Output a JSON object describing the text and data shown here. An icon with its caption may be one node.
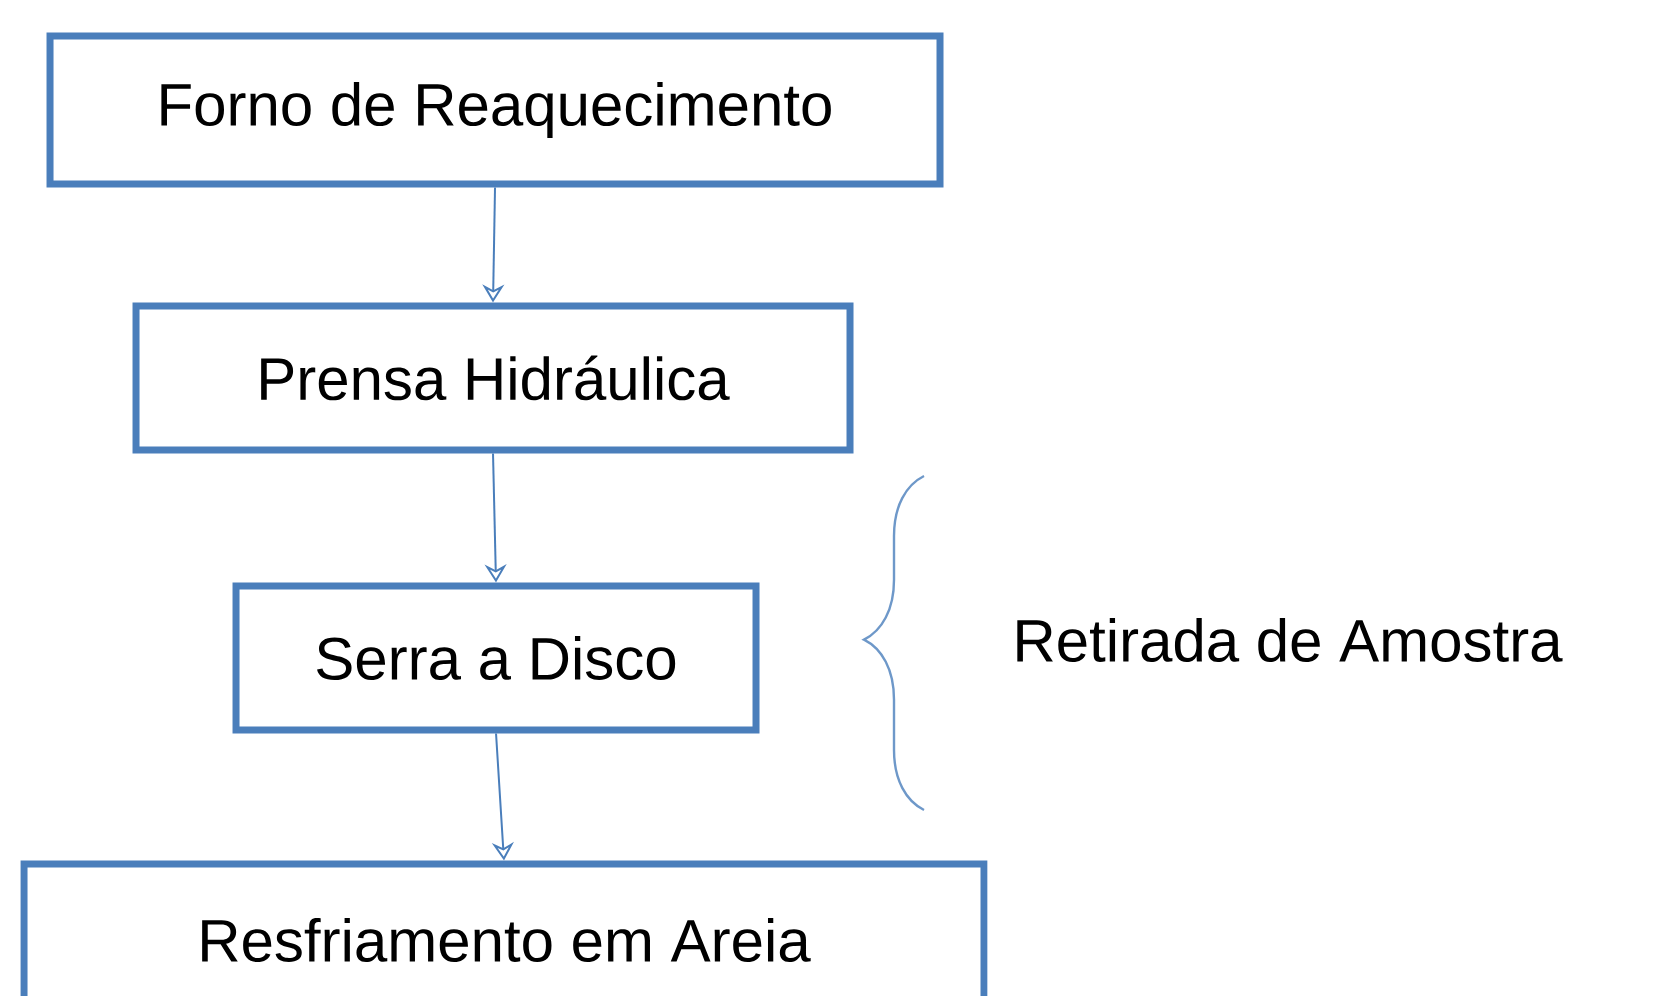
{
  "diagram": {
    "nodes": [
      {
        "text": [
          "Forno de Reaquecimento"
        ]
      },
      {
        "text": [
          "Prensa Hidráulica"
        ]
      },
      {
        "text": [
          "Serra a Disco"
        ]
      },
      {
        "text": [
          "Resfriamento em Areia"
        ]
      }
    ],
    "edges": [
      {
        "from": 0,
        "to": 1,
        "arrow": "to"
      },
      {
        "from": 1,
        "to": 2,
        "arrow": "to"
      },
      {
        "from": 2,
        "to": 3,
        "arrow": "to"
      }
    ],
    "labels": [
      "Retirada de Amostra"
    ]
  }
}
